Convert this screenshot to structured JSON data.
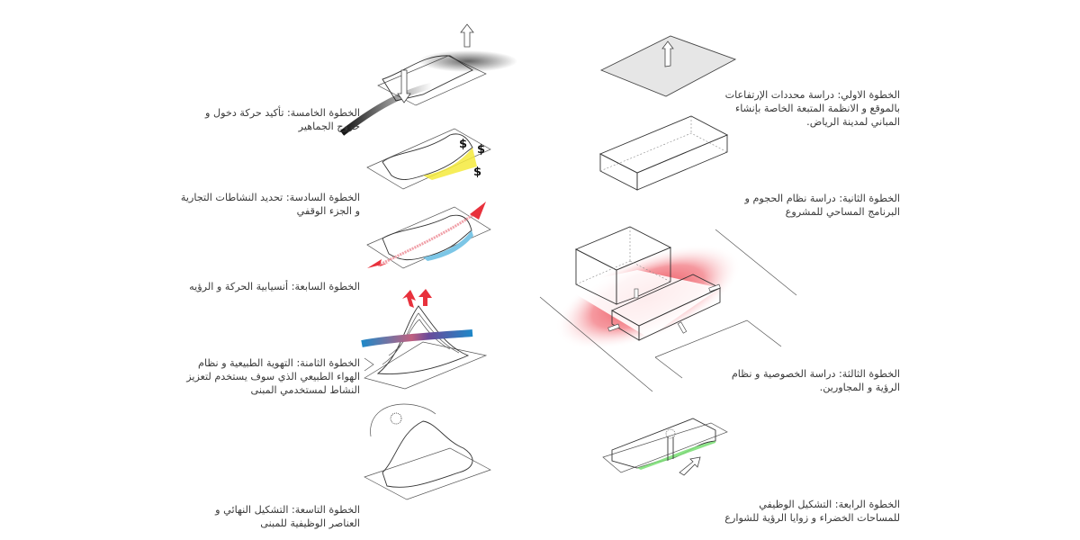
{
  "title": "Architectural concept design steps",
  "colors": {
    "text": "#3a3a3a",
    "line": "#333333",
    "highlight_red": "#e8313c",
    "yellow": "#f5ea3c",
    "blue": "#7cc6e6",
    "wind_blue": "#1e88c8",
    "green": "#7fe07a",
    "plane_gray": "#e6e6e6"
  },
  "steps": [
    {
      "id": 1,
      "column": "right",
      "lines": [
        "الخطوة الاولي: دراسة محددات الإرتفاعات",
        "بالموقع و الانظمة المتبعة الخاصة بإنشاء",
        "المباني لمدينة الرياض."
      ],
      "icon": "height-limit-plane-diagram"
    },
    {
      "id": 2,
      "column": "right",
      "lines": [
        "الخطوة الثانية: دراسة نظام الحجوم و",
        "البرنامج المساحي للمشروع"
      ],
      "icon": "massing-volume-diagram"
    },
    {
      "id": 3,
      "column": "right",
      "lines": [
        "الخطوة الثالثة: دراسة الخصوصية و نظام",
        "الرؤية و المجاورين."
      ],
      "icon": "privacy-neighbors-diagram"
    },
    {
      "id": 4,
      "column": "right",
      "lines": [
        "الخطوة الرابعة: التشكيل الوظيفي",
        "للمساحات الخضراء و زوايا الرؤية للشوارع"
      ],
      "icon": "green-space-view-diagram"
    },
    {
      "id": 5,
      "column": "left",
      "lines": [
        "الخطوة الخامسة: تأكيد حركة دخول و",
        "خروج الجماهير"
      ],
      "icon": "crowd-flow-diagram"
    },
    {
      "id": 6,
      "column": "left",
      "lines": [
        "الخطوة السادسة: تحديد النشاطات التجارية",
        "و الجزء الوقفي"
      ],
      "icon": "commercial-activity-diagram"
    },
    {
      "id": 7,
      "column": "left",
      "lines": [
        "الخطوة السابعة: أنسيابية الحركة و الرؤيه"
      ],
      "icon": "movement-flow-diagram"
    },
    {
      "id": 8,
      "column": "left",
      "lines": [
        "الخطوة الثامنة: التهوية الطبيعية و نظام",
        "الهواء الطبيعي الذي سوف يستخدم لتعزيز",
        "النشاط لمستخدمي المبنى"
      ],
      "icon": "natural-ventilation-diagram"
    },
    {
      "id": 9,
      "column": "left",
      "lines": [
        "الخطوة التاسعة: التشكيل النهائي و",
        "العناصر الوظيفية للمبنى"
      ],
      "icon": "final-form-sun-diagram"
    }
  ],
  "symbols": {
    "currency": "$"
  }
}
